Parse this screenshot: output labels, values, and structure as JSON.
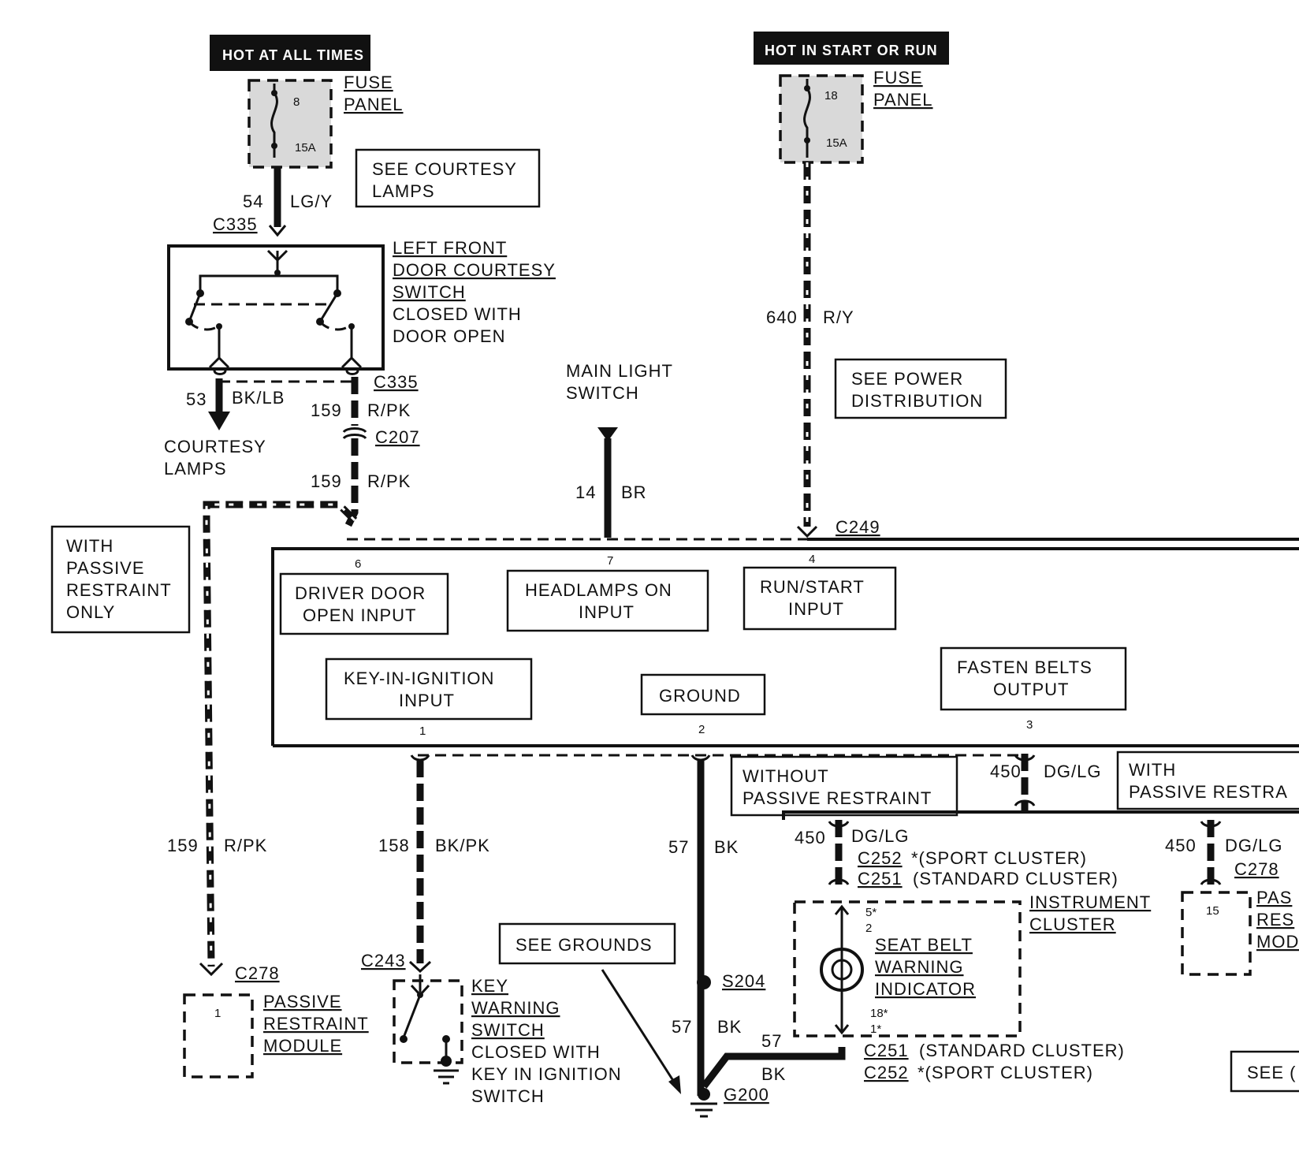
{
  "hot_labels": {
    "left": "HOT AT ALL TIMES",
    "right": "HOT IN START OR RUN"
  },
  "fuses": {
    "left": {
      "title_l1": "FUSE",
      "title_l2": "PANEL",
      "number": "8",
      "rating": "15A"
    },
    "right": {
      "title_l1": "FUSE",
      "title_l2": "PANEL",
      "number": "18",
      "rating": "15A"
    }
  },
  "notes": {
    "courtesy_lamps_ref_l1": "SEE COURTESY",
    "courtesy_lamps_ref_l2": "LAMPS",
    "power_dist_l1": "SEE POWER",
    "power_dist_l2": "DISTRIBUTION",
    "see_grounds": "SEE GROUNDS",
    "see_right": "SEE (",
    "with_passive_l1": "WITH",
    "with_passive_l2": "PASSIVE",
    "with_passive_l3": "RESTRAINT",
    "with_passive_l4": "ONLY",
    "without_passive_l1": "WITHOUT",
    "without_passive_l2": "PASSIVE RESTRAINT",
    "with_passive_r_l1": "WITH",
    "with_passive_r_l2": "PASSIVE RESTRA"
  },
  "wires": {
    "w54": {
      "number": "54",
      "color": "LG/Y"
    },
    "w53": {
      "number": "53",
      "color": "BK/LB"
    },
    "w159a": {
      "number": "159",
      "color": "R/PK"
    },
    "w159b": {
      "number": "159",
      "color": "R/PK"
    },
    "w159c": {
      "number": "159",
      "color": "R/PK"
    },
    "w14": {
      "number": "14",
      "color": "BR"
    },
    "w640": {
      "number": "640",
      "color": "R/Y"
    },
    "w158": {
      "number": "158",
      "color": "BK/PK"
    },
    "w57a": {
      "number": "57",
      "color": "BK"
    },
    "w57b": {
      "number": "57",
      "color": "BK"
    },
    "w57c": {
      "number": "57",
      "color": "BK"
    },
    "w450a": {
      "number": "450",
      "color": "DG/LG"
    },
    "w450b": {
      "number": "450",
      "color": "DG/LG"
    },
    "w450c": {
      "number": "450",
      "color": "DG/LG"
    }
  },
  "connectors": {
    "c335a": "C335",
    "c335b": "C335",
    "c207": "C207",
    "c249": "C249",
    "c278a": "C278",
    "c278b": "C278",
    "c243": "C243",
    "s204": "S204",
    "g200": "G200",
    "c252a": "C252",
    "c252a_note": "*(SPORT CLUSTER)",
    "c251a": "C251",
    "c251a_note": "(STANDARD CLUSTER)",
    "c251b": "C251",
    "c251b_note": "(STANDARD CLUSTER)",
    "c252b": "C252",
    "c252b_note": "*(SPORT CLUSTER)"
  },
  "components": {
    "door_switch_l1": "LEFT FRONT",
    "door_switch_l2": "DOOR COURTESY",
    "door_switch_l3": "SWITCH",
    "door_switch_l4": "CLOSED WITH",
    "door_switch_l5": "DOOR OPEN",
    "courtesy_lamps_l1": "COURTESY",
    "courtesy_lamps_l2": "LAMPS",
    "main_light_l1": "MAIN LIGHT",
    "main_light_l2": "SWITCH",
    "prm_l1": "PASSIVE",
    "prm_l2": "RESTRAINT",
    "prm_l3": "MODULE",
    "prm_pin": "1",
    "prm_r_l1": "PAS",
    "prm_r_l2": "RES",
    "prm_r_l3": "MOD",
    "prm_r_pin": "15",
    "key_switch_l1": "KEY",
    "key_switch_l2": "WARNING",
    "key_switch_l3": "SWITCH",
    "key_switch_l4": "CLOSED WITH",
    "key_switch_l5": "KEY IN IGNITION",
    "key_switch_l6": "SWITCH",
    "cluster_l1": "INSTRUMENT",
    "cluster_l2": "CLUSTER",
    "indicator_l1": "SEAT BELT",
    "indicator_l2": "WARNING",
    "indicator_l3": "INDICATOR",
    "cluster_pin_top_a": "5*",
    "cluster_pin_top_b": "2",
    "cluster_pin_bot_a": "18*",
    "cluster_pin_bot_b": "1*"
  },
  "module_inputs": {
    "driver_door_l1": "DRIVER DOOR",
    "driver_door_l2": "OPEN INPUT",
    "headlamps_l1": "HEADLAMPS ON",
    "headlamps_l2": "INPUT",
    "run_start_l1": "RUN/START",
    "run_start_l2": "INPUT",
    "key_in_l1": "KEY-IN-IGNITION",
    "key_in_l2": "INPUT",
    "ground": "GROUND",
    "fasten_l1": "FASTEN BELTS",
    "fasten_l2": "OUTPUT",
    "pin6": "6",
    "pin7": "7",
    "pin4": "4",
    "pin1": "1",
    "pin2": "2",
    "pin3": "3"
  }
}
